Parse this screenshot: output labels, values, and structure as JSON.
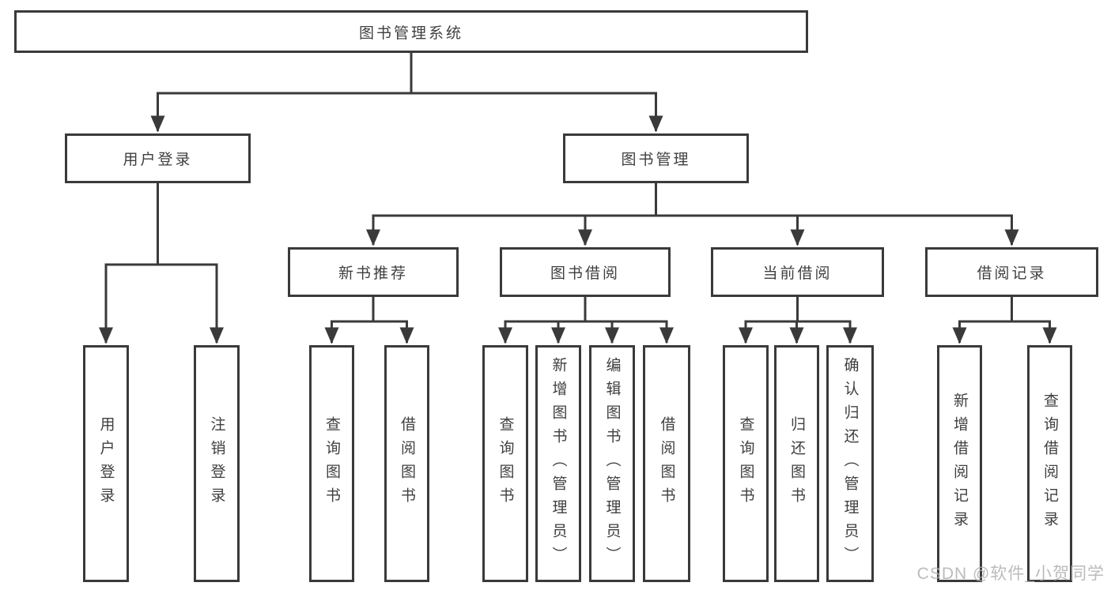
{
  "diagram": {
    "root": {
      "label": "图书管理系统"
    },
    "login_branch": {
      "label": "用户登录",
      "leaves": [
        {
          "label": "用户登录"
        },
        {
          "label": "注销登录"
        }
      ]
    },
    "management_branch": {
      "label": "图书管理",
      "groups": [
        {
          "label": "新书推荐",
          "leaves": [
            {
              "label": "查询图书"
            },
            {
              "label": "借阅图书"
            }
          ]
        },
        {
          "label": "图书借阅",
          "leaves": [
            {
              "label": "查询图书"
            },
            {
              "label": "新增图书（管理员）"
            },
            {
              "label": "编辑图书（管理员）"
            },
            {
              "label": "借阅图书"
            }
          ]
        },
        {
          "label": "当前借阅",
          "leaves": [
            {
              "label": "查询图书"
            },
            {
              "label": "归还图书"
            },
            {
              "label": "确认归还（管理员）"
            }
          ]
        },
        {
          "label": "借阅记录",
          "leaves": [
            {
              "label": "新增借阅记录"
            },
            {
              "label": "查询借阅记录"
            }
          ]
        }
      ]
    },
    "watermark": "CSDN @软件_小贺同学",
    "colors": {
      "line": "#3a3a3a",
      "text": "#3f3f3f",
      "watermark": "#b0b0b0",
      "background": "#ffffff"
    }
  }
}
